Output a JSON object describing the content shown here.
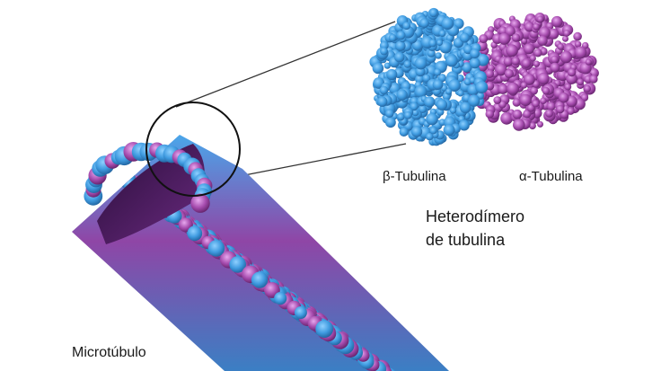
{
  "labels": {
    "beta_tubulin": "β-Tubulina",
    "alpha_tubulin": "α-Tubulina",
    "heterodimer_line1": "Heterodímero",
    "heterodimer_line2": "de tubulina",
    "microtubule": "Microtúbulo"
  },
  "colors": {
    "beta_blue": "#3f9be0",
    "beta_blue_dark": "#1f5f9a",
    "alpha_purple": "#a64cae",
    "alpha_purple_dark": "#5e1f66",
    "zoom_circle": "#111111",
    "connector_line": "#333333",
    "background": "#ffffff"
  }
}
